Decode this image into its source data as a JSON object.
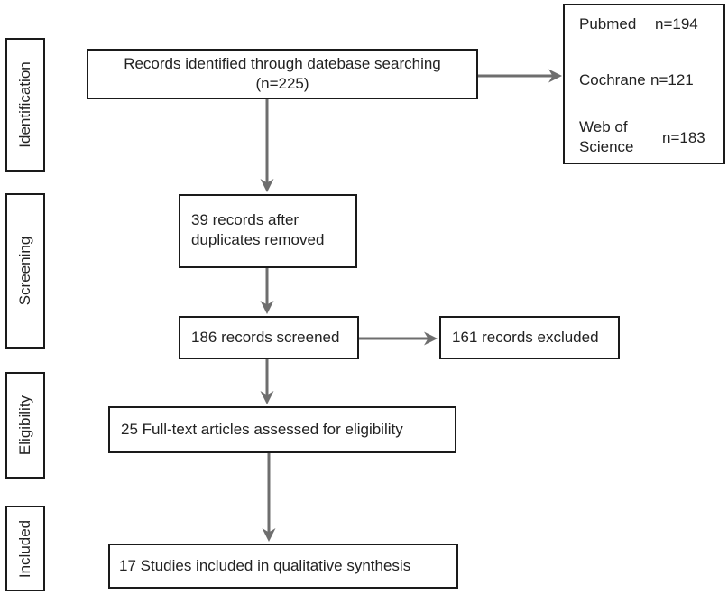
{
  "stages": {
    "identification": "Identification",
    "screening": "Screening",
    "eligibility": "Eligibility",
    "included": "Included"
  },
  "identified": {
    "line1": "Records identified through  datebase searching",
    "line2": "(n=225)"
  },
  "sources": {
    "pubmed_name": "Pubmed",
    "pubmed_n": "n=194",
    "cochrane_name": "Cochrane",
    "cochrane_n": "n=121",
    "wos_name_line1": "Web of",
    "wos_name_line2": "Science",
    "wos_n": "n=183"
  },
  "duplicates": {
    "line1": "39 records after",
    "line2": "duplicates removed"
  },
  "screened": "186 records screened",
  "excluded": "161 records excluded",
  "fulltext": "25 Full-text articles assessed for eligibility",
  "included_studies": "17 Studies included in qualitative synthesis",
  "colors": {
    "arrow": "#6e6e6e",
    "border": "#1a1a1a"
  }
}
